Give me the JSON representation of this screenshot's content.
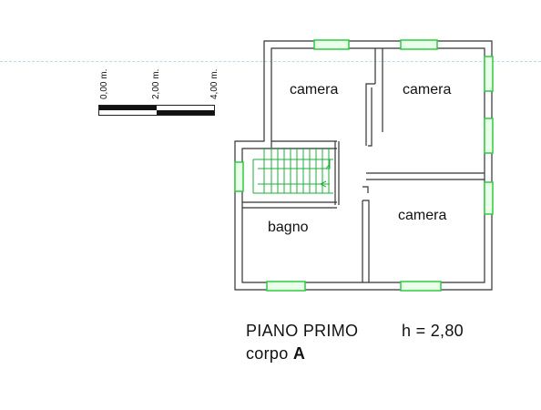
{
  "scale": {
    "labels": [
      "0,00 m.",
      "2,00 m.",
      "4,00 m."
    ]
  },
  "rooms": {
    "camera_top_left": "camera",
    "camera_top_right": "camera",
    "camera_bottom_right": "camera",
    "bagno": "bagno"
  },
  "caption": {
    "floor": "PIANO  PRIMO",
    "height": "h = 2,80",
    "corpo_prefix": "corpo ",
    "corpo_letter": "A"
  },
  "colors": {
    "wall": "#333333",
    "window": "#2ecc40",
    "stair": "#1fae3a",
    "guide": "#b9dbe6"
  }
}
